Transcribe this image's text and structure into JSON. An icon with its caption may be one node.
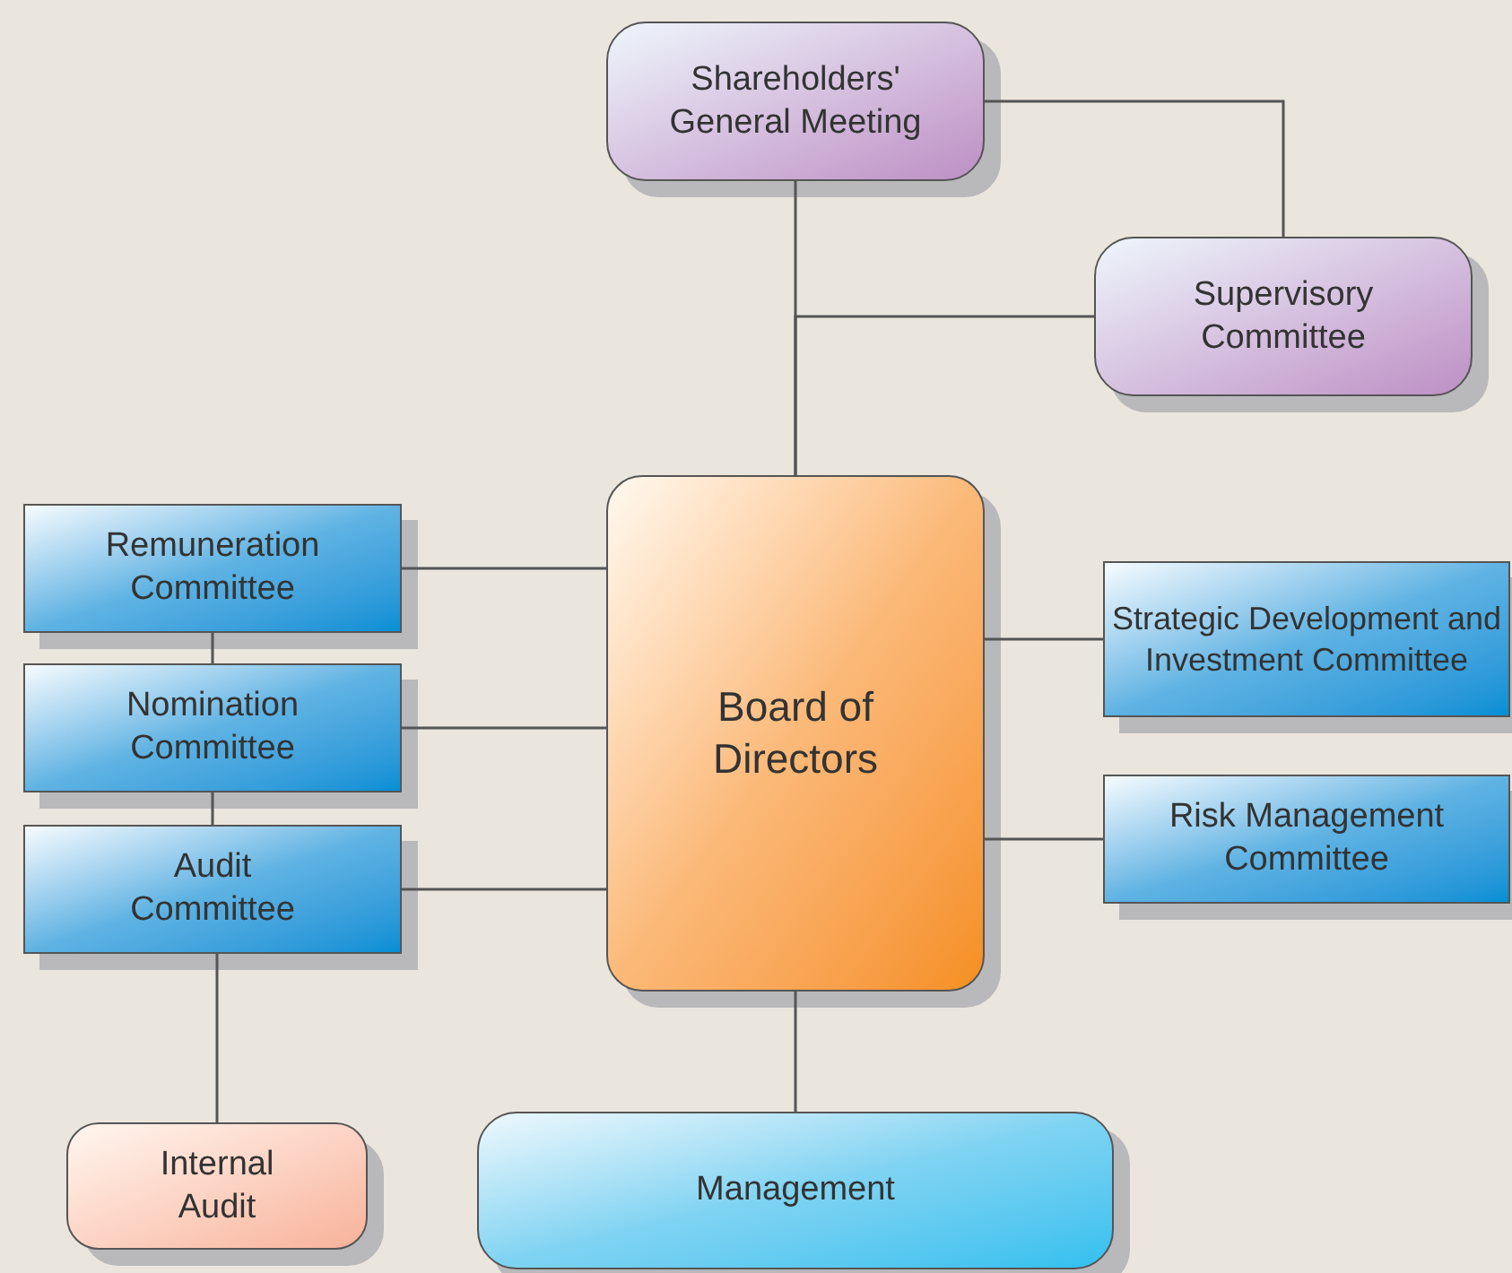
{
  "diagram": {
    "nodes": [
      {
        "text": [
          "Shareholders' General Meeting"
        ]
      },
      {
        "text": [
          "Supervisory Committee"
        ]
      },
      {
        "text": [
          "Remuneration Committee"
        ]
      },
      {
        "text": [
          "Nomination Committee"
        ]
      },
      {
        "text": [
          "Audit Committee"
        ]
      },
      {
        "text": [
          "Board of Directors"
        ]
      },
      {
        "text": [
          "Strategic Development and Investment Committee"
        ]
      },
      {
        "text": [
          "Risk Management Committee"
        ]
      },
      {
        "text": [
          "Internal Audit"
        ]
      },
      {
        "text": [
          "Management"
        ]
      }
    ],
    "edges": [
      {
        "from": 0,
        "to": 5,
        "arrow": "none"
      },
      {
        "from": 1,
        "to": 0,
        "arrow": "none"
      },
      {
        "from": 1,
        "to": 5,
        "arrow": "none"
      },
      {
        "from": 2,
        "to": 5,
        "arrow": "none"
      },
      {
        "from": 3,
        "to": 5,
        "arrow": "none"
      },
      {
        "from": 4,
        "to": 5,
        "arrow": "none"
      },
      {
        "from": 2,
        "to": 3,
        "arrow": "none"
      },
      {
        "from": 3,
        "to": 4,
        "arrow": "none"
      },
      {
        "from": 4,
        "to": 8,
        "arrow": "none"
      },
      {
        "from": 6,
        "to": 5,
        "arrow": "none"
      },
      {
        "from": 7,
        "to": 5,
        "arrow": "none"
      },
      {
        "from": 5,
        "to": 9,
        "arrow": "none"
      }
    ]
  }
}
